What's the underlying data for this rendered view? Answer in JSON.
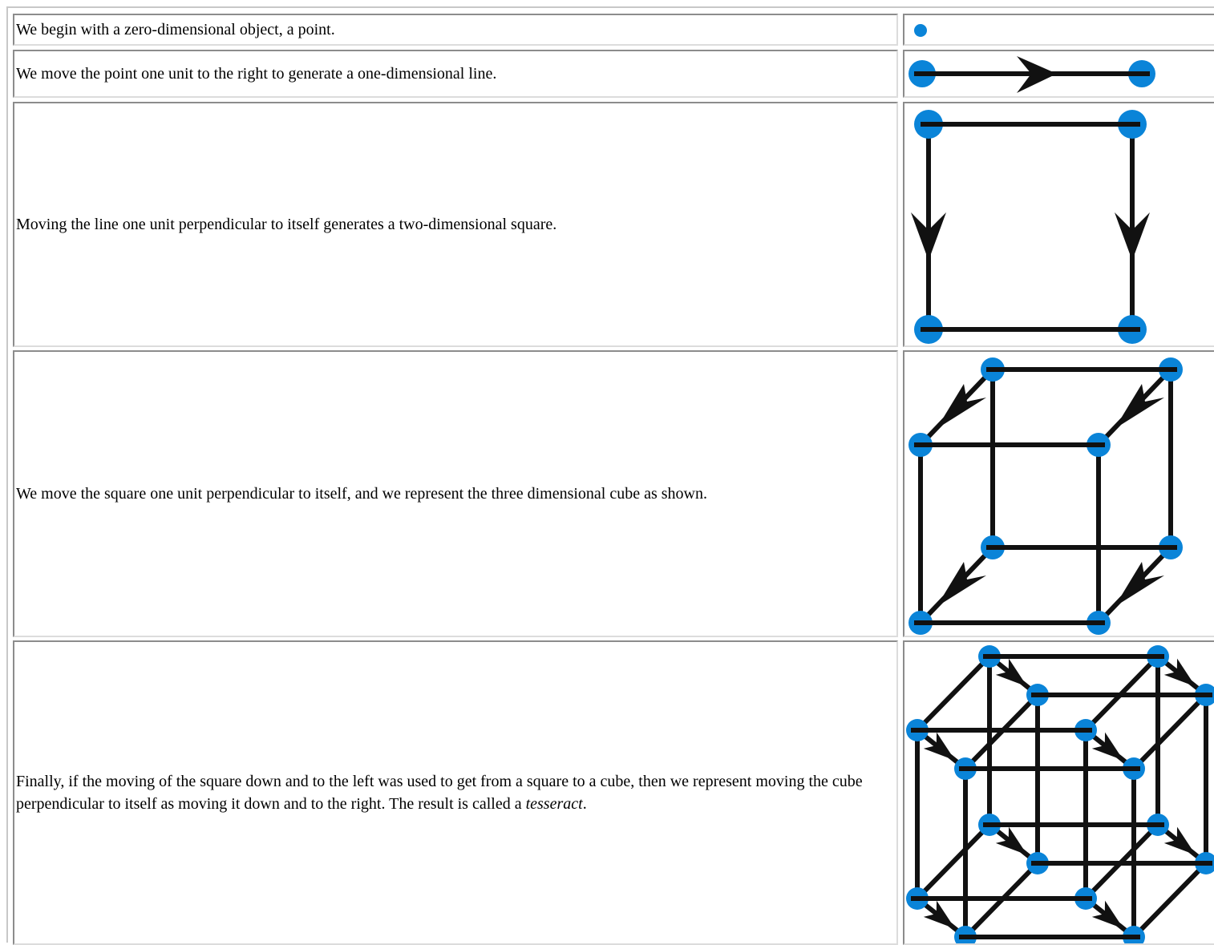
{
  "rows": [
    {
      "text": "We begin with a zero-dimensional object, a point."
    },
    {
      "text": "We move the point one unit to the right to generate a one-dimensional line."
    },
    {
      "text": "Moving the line one unit perpendicular to itself generates a two-dimensional square."
    },
    {
      "text": "We move the square one unit perpendicular to itself, and we represent the three dimensional cube as shown."
    },
    {
      "text": "Finally, if the moving of the square down and to the left was used to get from a square to a cube, then we represent moving the cube perpendicular to itself as moving it down and to the right. The result is called a ",
      "emph": "tesseract",
      "after": "."
    }
  ],
  "colors": {
    "vertex": "#0a84d8",
    "edge": "#111111"
  }
}
